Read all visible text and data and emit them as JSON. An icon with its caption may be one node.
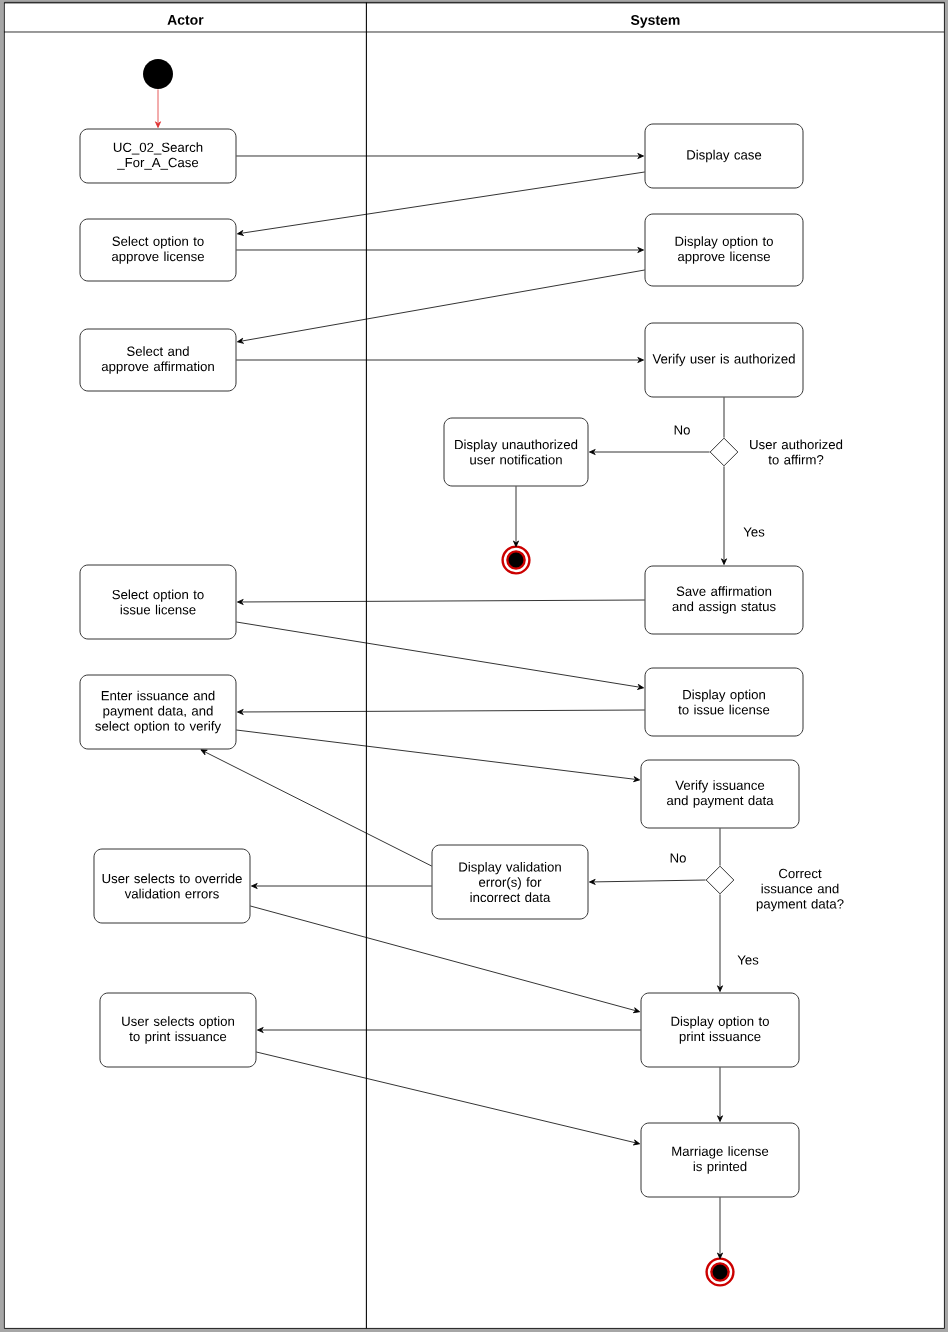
{
  "diagram": {
    "nodes": [
      {
        "text": [
          "Actor"
        ]
      },
      {
        "text": [
          "System"
        ]
      },
      {
        "text": [],
        "shape": "circle",
        "in": 0
      },
      {
        "text": [
          "UC_02_Search _For_A_Case"
        ],
        "in": 0
      },
      {
        "text": [
          "Display case"
        ],
        "in": 1
      },
      {
        "text": [
          "Select option to approve license"
        ],
        "in": 0
      },
      {
        "text": [
          "Display option to approve license"
        ],
        "in": 1
      },
      {
        "text": [
          "Select and approve affirmation"
        ],
        "in": 0
      },
      {
        "text": [
          "Verify user is authorized"
        ],
        "in": 1
      },
      {
        "text": [
          "Display unauthorized user notification"
        ],
        "in": 1
      },
      {
        "text": [],
        "shape": "diamond",
        "in": 1,
        "beside": [
          "User authorized to affirm?"
        ]
      },
      {
        "text": [],
        "shape": "circle",
        "in": 1
      },
      {
        "text": [
          "Save affirmation and assign status"
        ],
        "in": 1
      },
      {
        "text": [
          "Select option to issue license"
        ],
        "in": 0
      },
      {
        "text": [
          "Display option to issue license"
        ],
        "in": 1
      },
      {
        "text": [
          "Enter issuance and payment data, and select option to verify"
        ],
        "in": 0
      },
      {
        "text": [
          "Verify issuance and payment data"
        ],
        "in": 1
      },
      {
        "text": [
          "Display validation error(s) for incorrect data"
        ],
        "in": 1
      },
      {
        "text": [],
        "shape": "diamond",
        "in": 1,
        "beside": [
          "Correct issuance and payment data?"
        ]
      },
      {
        "text": [
          "User selects to override validation errors"
        ],
        "in": 0
      },
      {
        "text": [
          "Display option to print issuance"
        ],
        "in": 1
      },
      {
        "text": [
          "User selects option to print issuance"
        ],
        "in": 0
      },
      {
        "text": [
          "Marriage license is printed"
        ],
        "in": 1
      },
      {
        "text": [],
        "shape": "circle",
        "in": 1
      }
    ],
    "edges": [
      {
        "from": 2,
        "to": 3,
        "arrow": "to",
        "color": "#e03030"
      },
      {
        "from": 3,
        "to": 4,
        "arrow": "to"
      },
      {
        "from": 4,
        "to": 5,
        "arrow": "to"
      },
      {
        "from": 5,
        "to": 6,
        "arrow": "to"
      },
      {
        "from": 6,
        "to": 7,
        "arrow": "to"
      },
      {
        "from": 7,
        "to": 8,
        "arrow": "to"
      },
      {
        "from": 8,
        "to": 10,
        "arrow": "none"
      },
      {
        "from": 10,
        "to": 9,
        "arrow": "to",
        "label": "No"
      },
      {
        "from": 10,
        "to": 12,
        "arrow": "to",
        "label": "Yes"
      },
      {
        "from": 9,
        "to": 11,
        "arrow": "to"
      },
      {
        "from": 12,
        "to": 13,
        "arrow": "to"
      },
      {
        "from": 13,
        "to": 14,
        "arrow": "to"
      },
      {
        "from": 14,
        "to": 15,
        "arrow": "to"
      },
      {
        "from": 15,
        "to": 16,
        "arrow": "to"
      },
      {
        "from": 16,
        "to": 18,
        "arrow": "none"
      },
      {
        "from": 18,
        "to": 17,
        "arrow": "to",
        "label": "No"
      },
      {
        "from": 18,
        "to": 20,
        "arrow": "to",
        "label": "Yes"
      },
      {
        "from": 17,
        "to": 15,
        "arrow": "to"
      },
      {
        "from": 17,
        "to": 19,
        "arrow": "to"
      },
      {
        "from": 19,
        "to": 20,
        "arrow": "to"
      },
      {
        "from": 20,
        "to": 21,
        "arrow": "to"
      },
      {
        "from": 21,
        "to": 22,
        "arrow": "to"
      },
      {
        "from": 20,
        "to": 22,
        "arrow": "to"
      },
      {
        "from": 22,
        "to": 23,
        "arrow": "to"
      }
    ]
  }
}
